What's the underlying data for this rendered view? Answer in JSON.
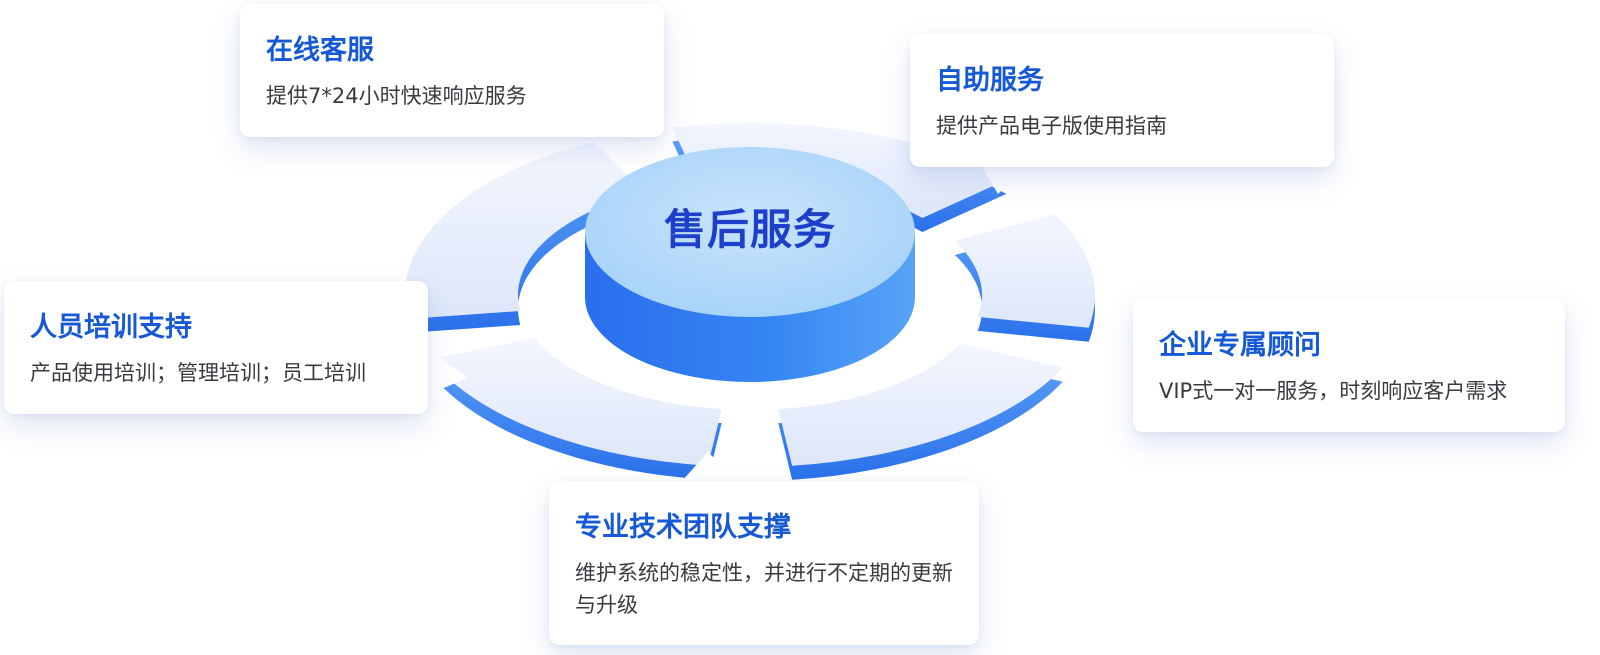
{
  "center": {
    "label": "售后服务"
  },
  "cards": [
    {
      "id": "online",
      "title": "在线客服",
      "desc": "提供7*24小时快速响应服务"
    },
    {
      "id": "self",
      "title": "自助服务",
      "desc": "提供产品电子版使用指南"
    },
    {
      "id": "training",
      "title": "人员培训支持",
      "desc": "产品使用培训；管理培训；员工培训"
    },
    {
      "id": "advisor",
      "title": "企业专属顾问",
      "desc": "VIP式一对一服务，时刻响应客户需求"
    },
    {
      "id": "team",
      "title": "专业技术团队支撑",
      "desc": "维护系统的稳定性，并进行不定期的更新与升级"
    }
  ],
  "colors": {
    "title_blue": "#1659d6",
    "center_text_blue": "#1d3fc9",
    "cylinder_side_blue": "#2e7cf0",
    "cylinder_top_blue": "#a9d4f9",
    "ring_fill": "#e7eefc",
    "ring_depth_blue": "#3b82f2",
    "card_background": "#ffffff",
    "description_gray": "#3a3a40"
  }
}
